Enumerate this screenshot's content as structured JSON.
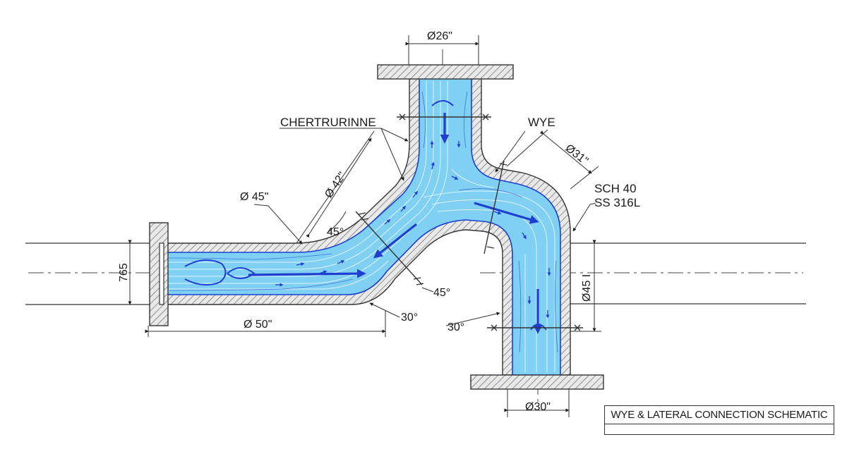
{
  "labels": {
    "chert": "CHERTRURINNE",
    "wye": "WYE",
    "sch": "SCH 40",
    "material": "SS 316L"
  },
  "dimensions": {
    "top_dia": "Ø26\"",
    "right_dia": "Ø31\"",
    "diag_dia": "Ø 42\"",
    "left_dia": "Ø 45\"",
    "left_height": "765",
    "bottom_len": "Ø 50\"",
    "angle_upper": "45°",
    "angle_lower": "45°",
    "angle_left": "30°",
    "angle_right": "30°",
    "right_vertical": "Ø45 I",
    "bottom_dia": "Ø30\""
  },
  "title_block": {
    "title": "WYE & LATERAL CONNECTION SCHEMATIC"
  },
  "colors": {
    "flow_light": "#8fd6f5",
    "flow_mid": "#3aaee8",
    "flow_dark": "#1f3fd0",
    "wall": "#555555"
  }
}
